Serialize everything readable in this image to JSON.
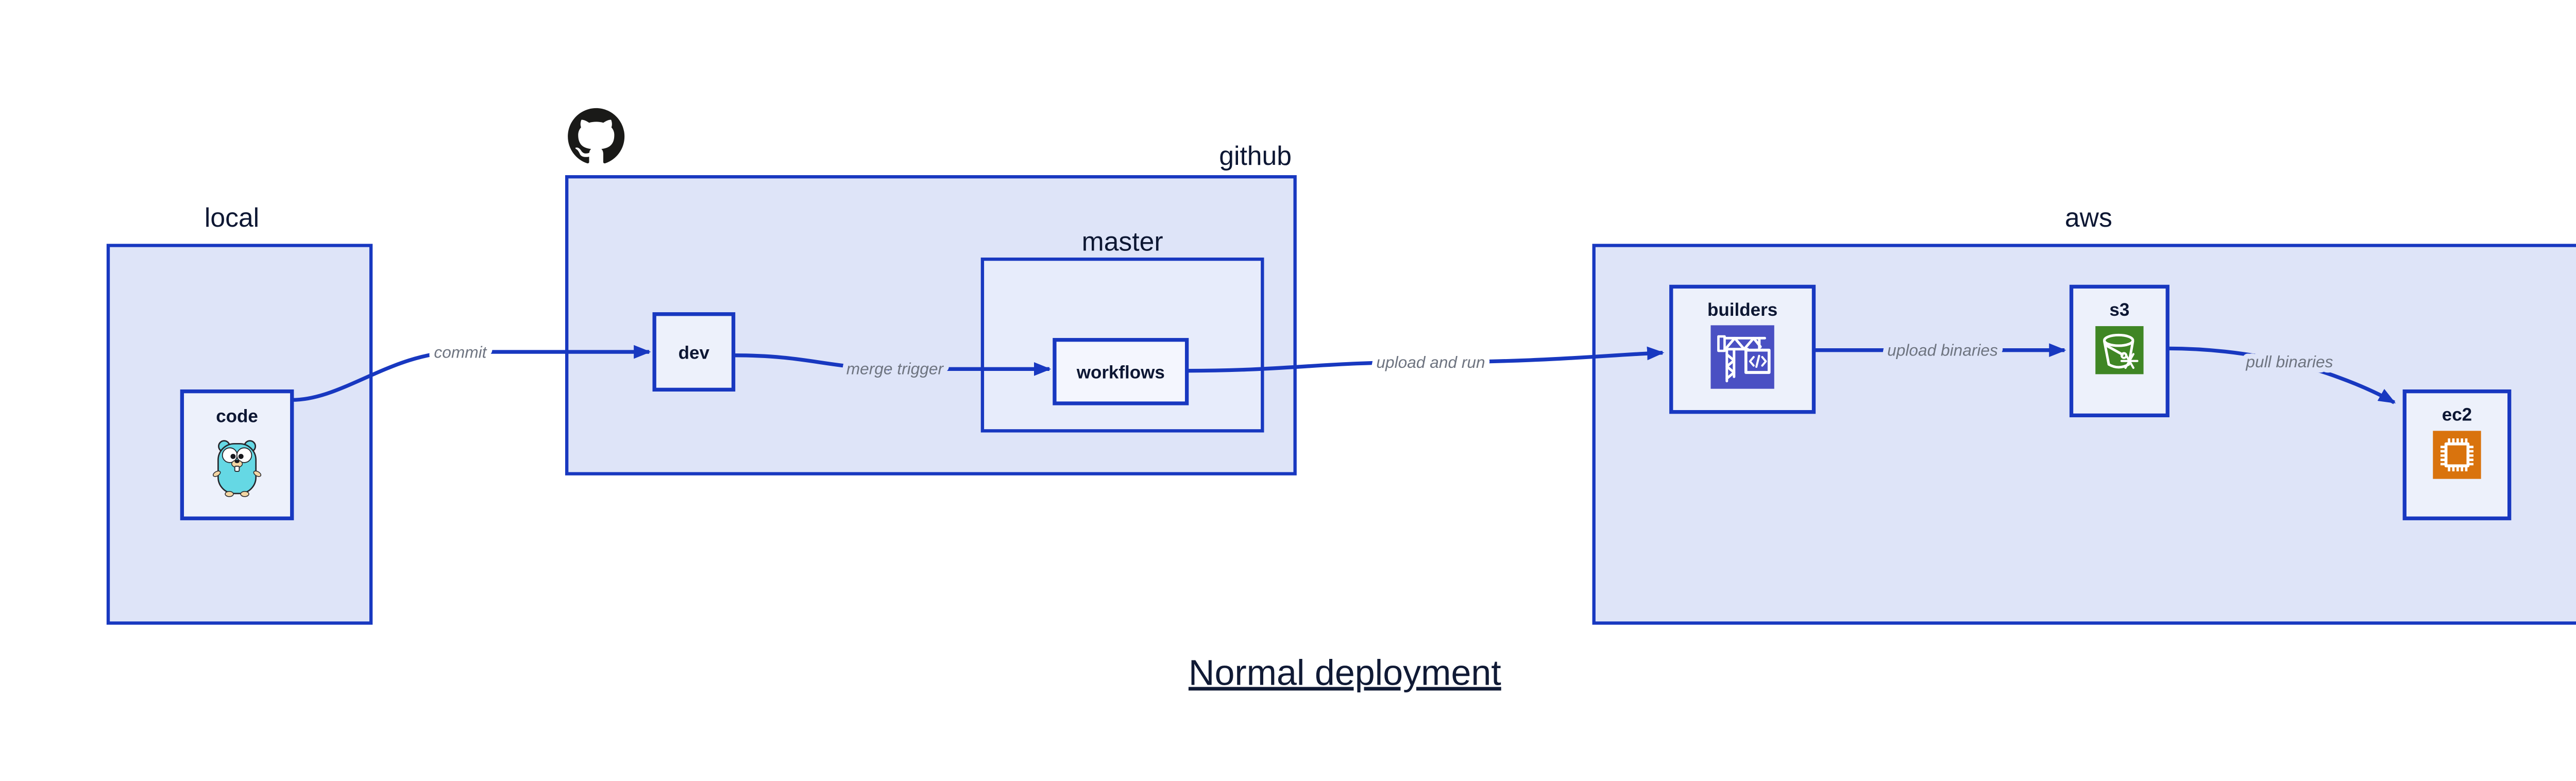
{
  "title": "Normal deployment",
  "colors": {
    "accent": "#1838c0",
    "group_fill": "#dee4f8",
    "master_fill": "#e7ecfb",
    "node_fill": "#edf1fb",
    "inner_node_fill": "#f4f6fe",
    "dark_text": "#0d1733",
    "edge_label": "#6e7480",
    "octocat_black": "#1a1a18",
    "codebuild_purple": "#4a50c3",
    "s3_green": "#3f8624",
    "ec2_orange": "#d9730d",
    "gopher_teal": "#65d8e4",
    "gopher_tan": "#f2d6a4",
    "canvas_bg": "#ffffff"
  },
  "groups": {
    "local": {
      "label": "local"
    },
    "github": {
      "label": "github"
    },
    "master": {
      "label": "master"
    },
    "aws": {
      "label": "aws"
    }
  },
  "nodes": {
    "code": {
      "label": "code"
    },
    "dev": {
      "label": "dev"
    },
    "workflows": {
      "label": "workflows"
    },
    "builders": {
      "label": "builders"
    },
    "s3": {
      "label": "s3"
    },
    "ec2": {
      "label": "ec2"
    }
  },
  "edges": [
    {
      "from": "code",
      "to": "dev",
      "label": "commit"
    },
    {
      "from": "dev",
      "to": "workflows",
      "label": "merge trigger"
    },
    {
      "from": "workflows",
      "to": "builders",
      "label": "upload and run"
    },
    {
      "from": "builders",
      "to": "s3",
      "label": "upload binaries"
    },
    {
      "from": "s3",
      "to": "ec2",
      "label": "pull binaries"
    }
  ],
  "icons": {
    "github_logo": "github-octocat",
    "code": "go-gopher",
    "builders": "aws-codebuild-crane",
    "s3": "aws-s3-bucket-snowflake",
    "ec2": "aws-ec2-chip"
  }
}
